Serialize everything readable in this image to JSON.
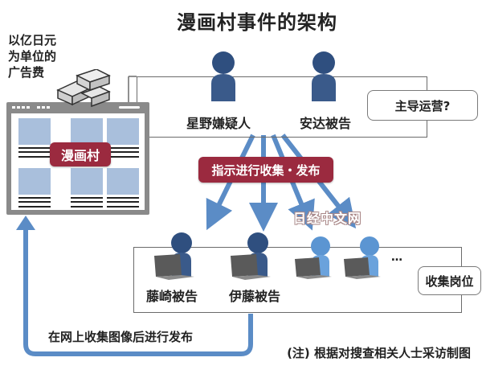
{
  "title": "漫画村事件的架构",
  "ad_revenue_label": [
    "以亿日元",
    "为单位的",
    "广告费"
  ],
  "site": {
    "name": "漫画村"
  },
  "operators": [
    {
      "name": "星野嫌疑人",
      "style": "dark"
    },
    {
      "name": "安达被告",
      "style": "dark"
    }
  ],
  "operators_callout": "主导运营?",
  "instruction_label": "指示进行收集・发布",
  "collectors": [
    {
      "name": "藤崎被告",
      "style": "dark"
    },
    {
      "name": "伊藤被告",
      "style": "dark"
    },
    {
      "name": "",
      "style": "light"
    },
    {
      "name": "",
      "style": "light"
    }
  ],
  "collectors_more": "…",
  "collectors_callout": "收集岗位",
  "upload_label": "在网上收集图像后进行发布",
  "source_note": "(注) 根据对搜查相关人士采访制图",
  "watermark": "日经中文网",
  "colors": {
    "accent_red": "#9b2a3f",
    "arrow_blue": "#5b8cc6",
    "person_dark": "#2f4f7f",
    "person_light": "#5b95d2",
    "thumb_blue": "#a9bfdc",
    "laptop": "#5a5a5a"
  }
}
